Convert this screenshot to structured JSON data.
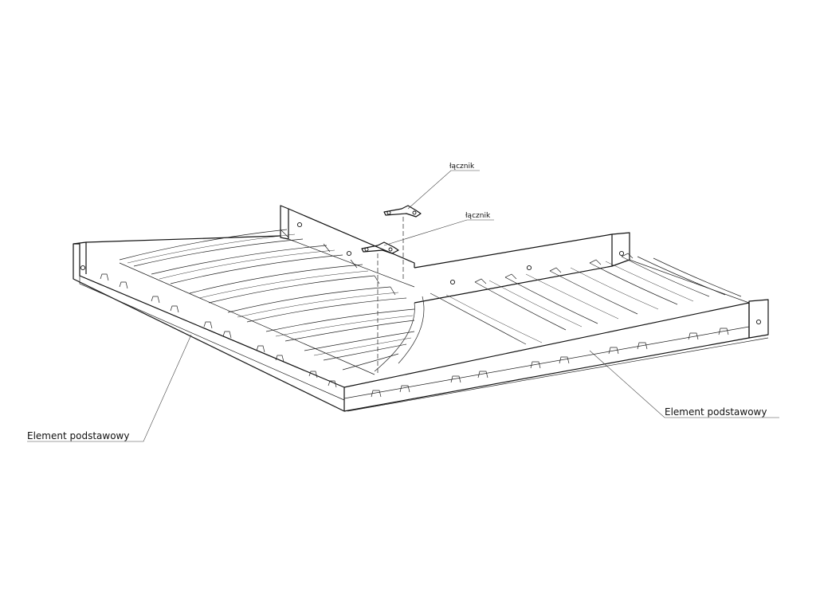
{
  "labels": {
    "connector_top": "łącznik",
    "connector_lower": "łącznik",
    "element_left": "Element podstawowy",
    "element_right": "Element podstawowy"
  },
  "colors": {
    "background": "#ffffff",
    "line": "#111111"
  }
}
